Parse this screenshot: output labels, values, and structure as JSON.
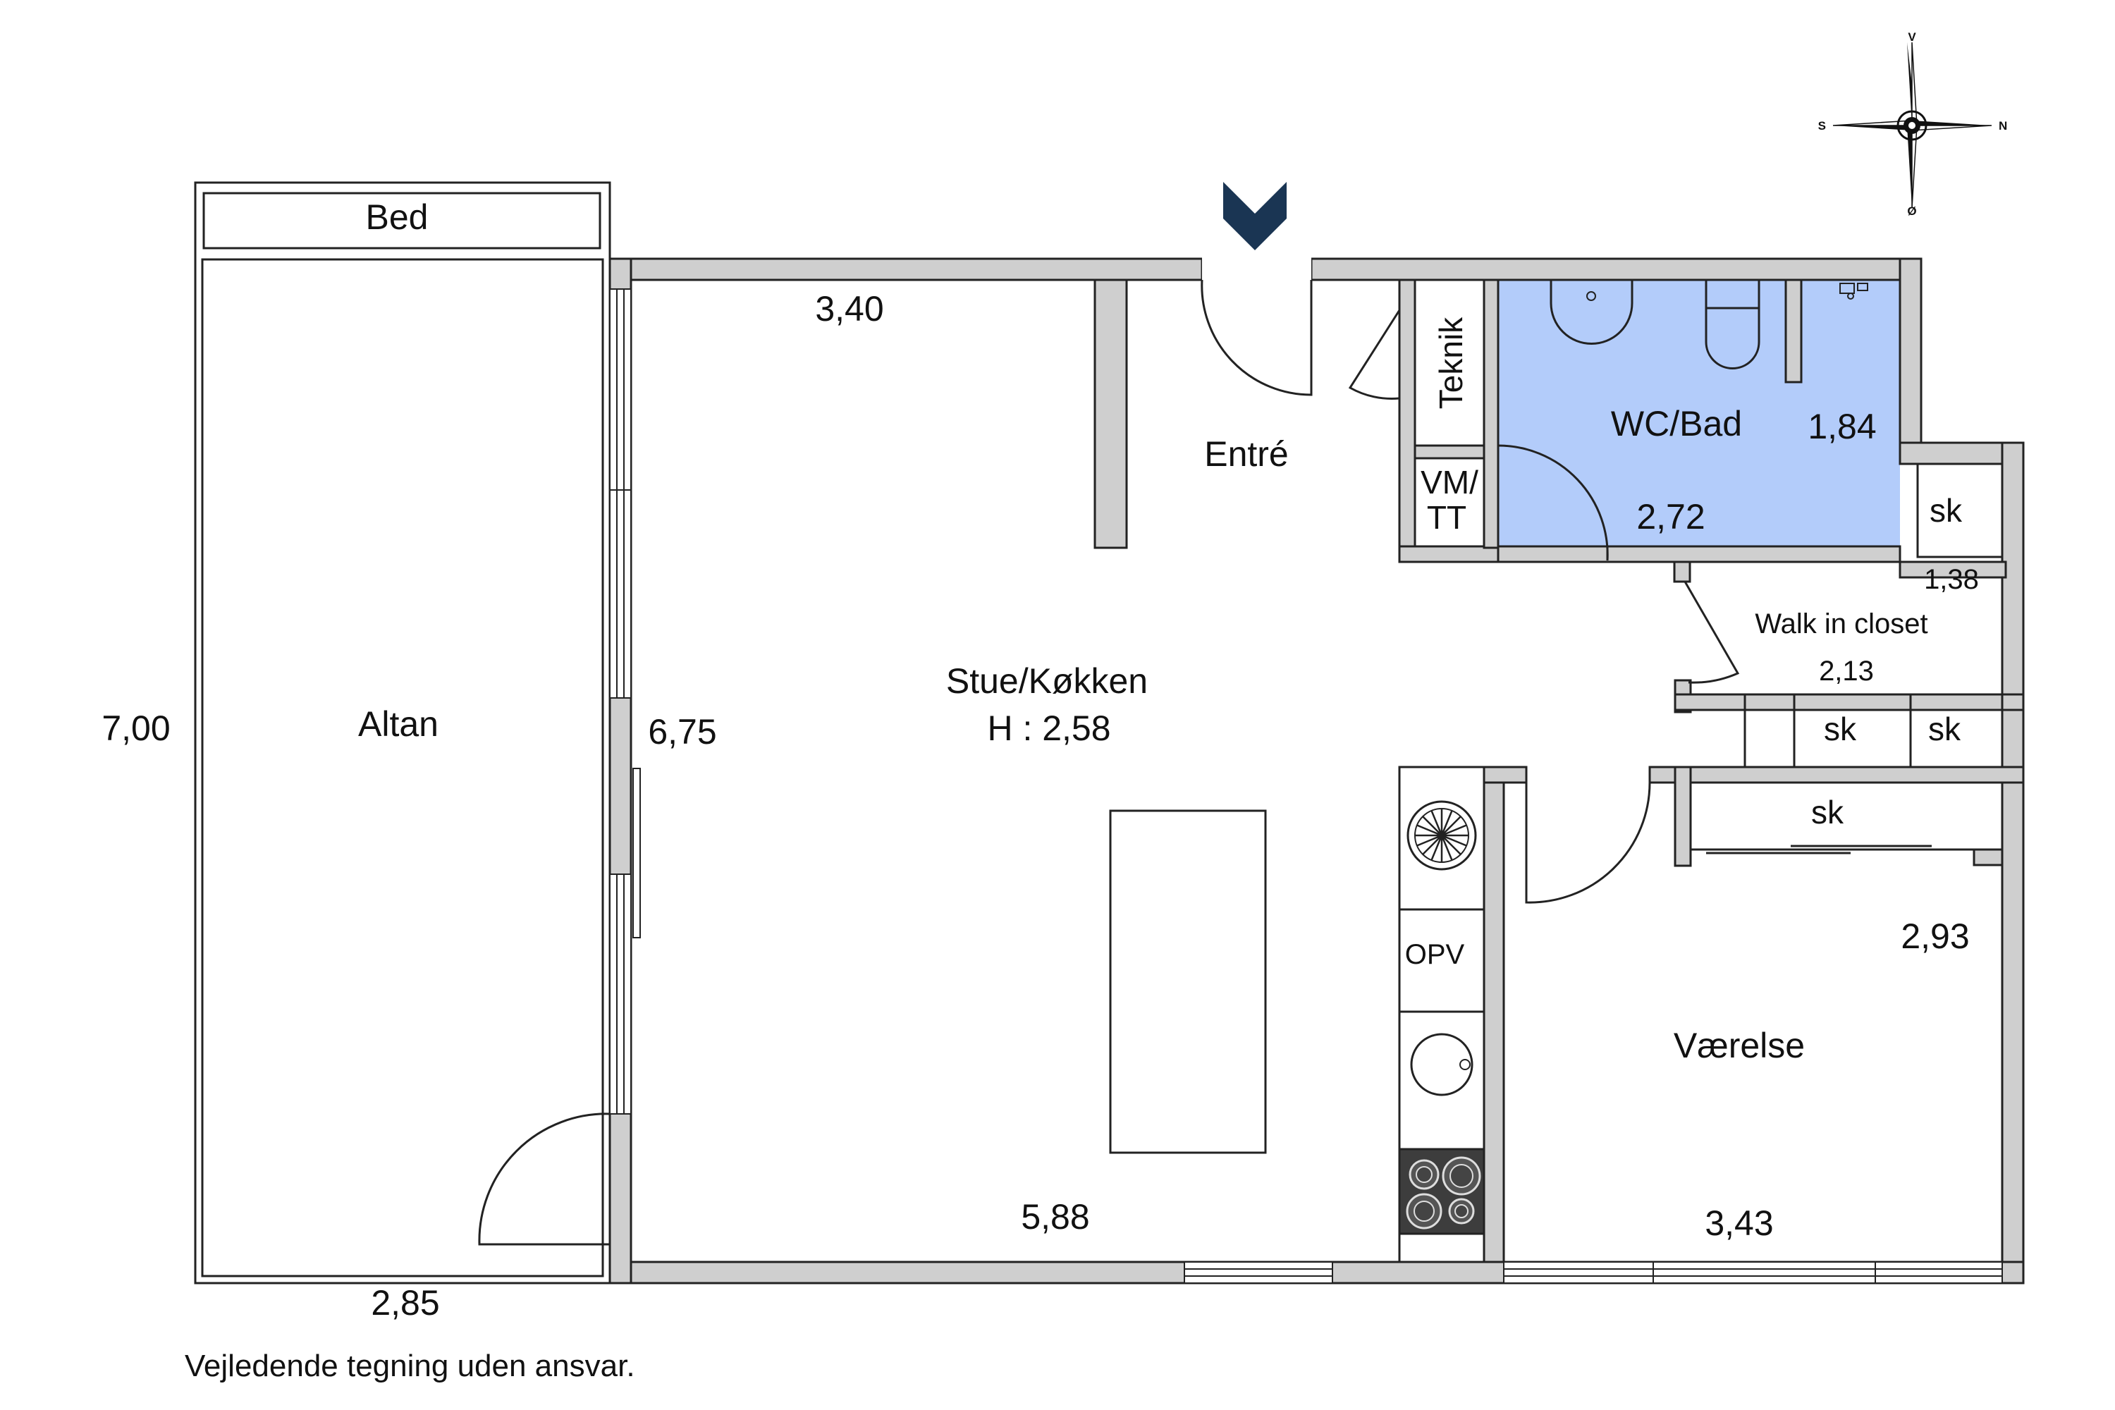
{
  "rooms": {
    "bed": "Bed",
    "altan": "Altan",
    "entre": "Entré",
    "stue_kokken": "Stue/Køkken",
    "height": "H : 2,58",
    "teknik": "Teknik",
    "vm_tt_line1": "VM/",
    "vm_tt_line2": "TT",
    "wc_bad": "WC/Bad",
    "walk_in_closet": "Walk in closet",
    "vaerelse": "Værelse",
    "sk": "sk",
    "opv": "OPV"
  },
  "dimensions": {
    "altan_height": "7,00",
    "altan_width": "2,85",
    "stue_top": "3,40",
    "stue_side": "6,75",
    "stue_bottom": "5,88",
    "wc_side": "1,84",
    "wc_bottom": "2,72",
    "closet_side": "1,38",
    "closet_width": "2,13",
    "vaerelse_side": "2,93",
    "vaerelse_bottom": "3,43"
  },
  "compass": {
    "north": "N",
    "south": "S",
    "west": "V",
    "east": "Ø"
  },
  "footer": {
    "disclaimer": "Vejledende tegning uden ansvar."
  },
  "colors": {
    "wall": "#cfcfcf",
    "bathroom": "#b3ccfa",
    "entry_marker": "#1a3553"
  }
}
